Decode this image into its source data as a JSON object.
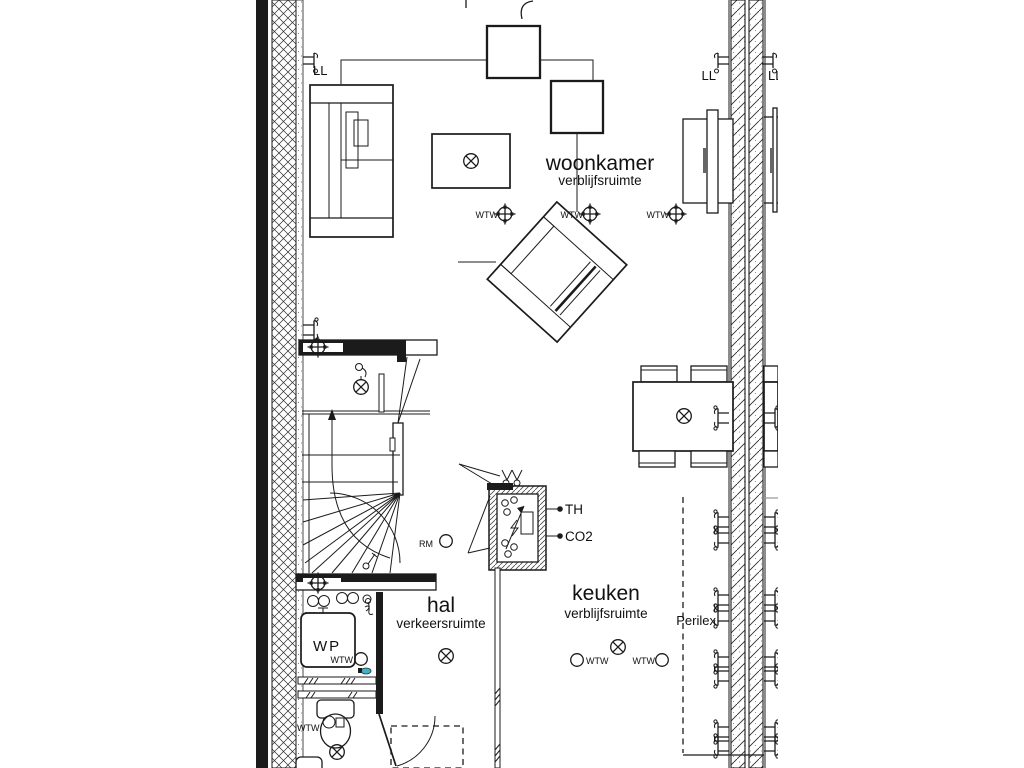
{
  "plan": {
    "rooms": {
      "woonkamer": {
        "label": "woonkamer",
        "sublabel": "verblijfsruimte"
      },
      "hal": {
        "label": "hal",
        "sublabel": "verkeersruimte"
      },
      "keuken": {
        "label": "keuken",
        "sublabel": "verblijfsruimte"
      }
    },
    "labels": {
      "ll": "LL",
      "wtw": "WTW",
      "th": "TH",
      "co2": "CO2",
      "rm": "RM",
      "wp": "WP",
      "perilex": "Perilex"
    },
    "symbols": {
      "ceiling_light": "circle with diagonal cross",
      "ventilation_supply_valve": "circle with orthogonal cross (WTW)",
      "ventilation_extract_valve": "plain circle (WTW)",
      "smoke_detector": "plain circle (RM)",
      "wall_socket": "double-prong wall symbol",
      "empty_conduit": "pronged wall symbol (LL)",
      "thermostat_point": "line with dot (TH)",
      "co2_sensor_point": "line with dot (CO2)"
    },
    "colors": {
      "line": "#1b1b1b",
      "accent_cyan": "#3fb4c4",
      "neighbor_gray": "#999999",
      "background": "#ffffff"
    }
  }
}
